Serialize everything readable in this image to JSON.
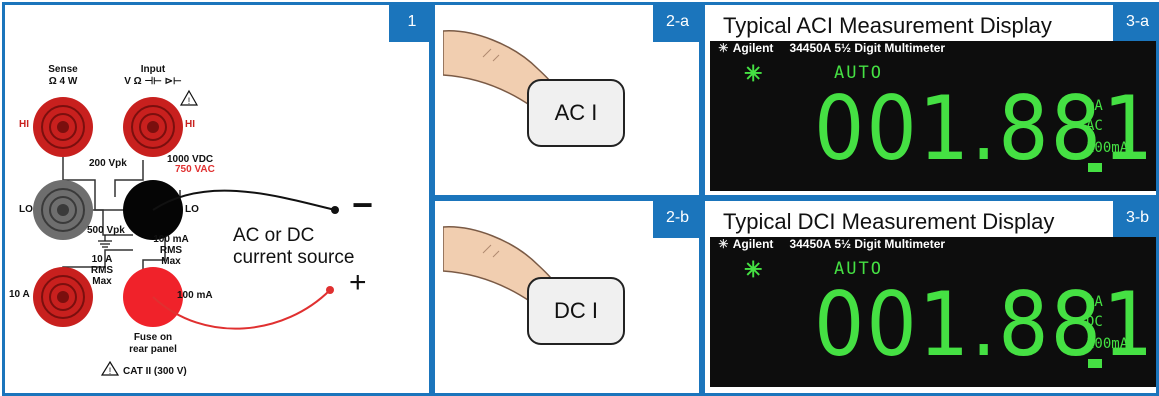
{
  "panel1": {
    "badge": "1",
    "terminals": {
      "sense_label": "Sense",
      "sense_sub": "Ω 4 W",
      "input_label": "Input",
      "input_sub": "V Ω ⊣⊢ ⊳⊢",
      "hi_left": "HI",
      "hi_right": "HI",
      "vpk200": "200 Vpk",
      "vdc1000": "1000 VDC",
      "vac750": "750 VAC",
      "lo_left": "LO",
      "lo_right": "LO",
      "vpk500": "500 Vpk",
      "ma100_rms": "100 mA",
      "rms1": "RMS",
      "max1": "Max",
      "a10_rms": "10 A",
      "rms2": "RMS",
      "max2": "Max",
      "a10": "10 A",
      "ma100": "100 mA",
      "fuse1": "Fuse on",
      "fuse2": "rear panel",
      "cat": "CAT II (300 V)"
    },
    "source_line1": "AC or DC",
    "source_line2": "current source",
    "minus": "−",
    "plus": "+"
  },
  "panel2a": {
    "badge": "2-a",
    "key_label": "AC I"
  },
  "panel2b": {
    "badge": "2-b",
    "key_label": "DC I"
  },
  "panel3a": {
    "badge": "3-a",
    "title": "Typical ACI Measurement Display",
    "brand": "Agilent",
    "model": "34450A  5½ Digit Multimeter",
    "auto": "AUTO",
    "reading": "001.881",
    "unit": "mA",
    "mode": "AC",
    "range": "100mA"
  },
  "panel3b": {
    "badge": "3-b",
    "title": "Typical DCI Measurement Display",
    "brand": "Agilent",
    "model": "34450A  5½ Digit Multimeter",
    "auto": "AUTO",
    "reading": "001.881",
    "unit": "mA",
    "mode": "DC",
    "range": "100mA"
  },
  "colors": {
    "frame": "#1b75bc",
    "lcd_green": "#45e043",
    "terminal_red": "#c8201e",
    "lead_red": "#e03030"
  }
}
